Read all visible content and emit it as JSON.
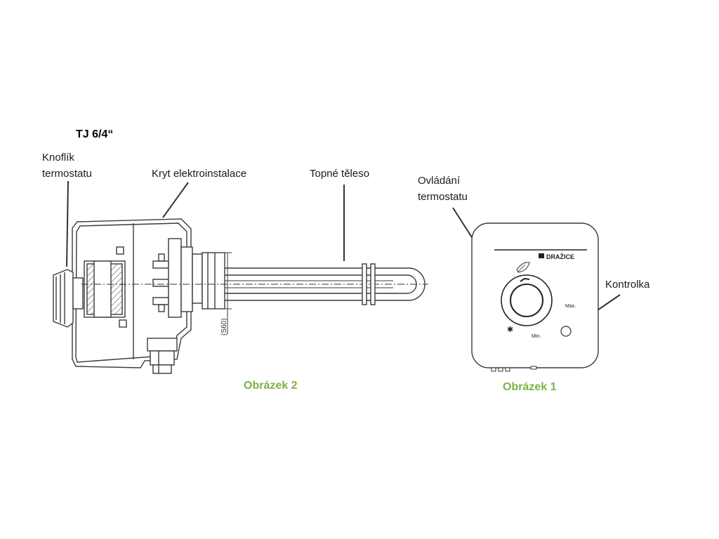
{
  "title": "TJ 6/4“",
  "labels": {
    "knob_line1": "Knoflík",
    "knob_line2": "termostatu",
    "cover": "Kryt elektroinstalace",
    "heating_element": "Topné těleso",
    "control_line1": "Ovládání",
    "control_line2": "termostatu",
    "indicator": "Kontrolka"
  },
  "captions": {
    "figure2": "Obrázek 2",
    "figure1": "Obrázek 1"
  },
  "panel": {
    "brand": "DRAŽICE",
    "max": "Max.",
    "min": "Min."
  },
  "dimension": "(S60)",
  "colors": {
    "caption": "#7cb342",
    "line": "#3a3a3a",
    "hatch": "#555555"
  }
}
